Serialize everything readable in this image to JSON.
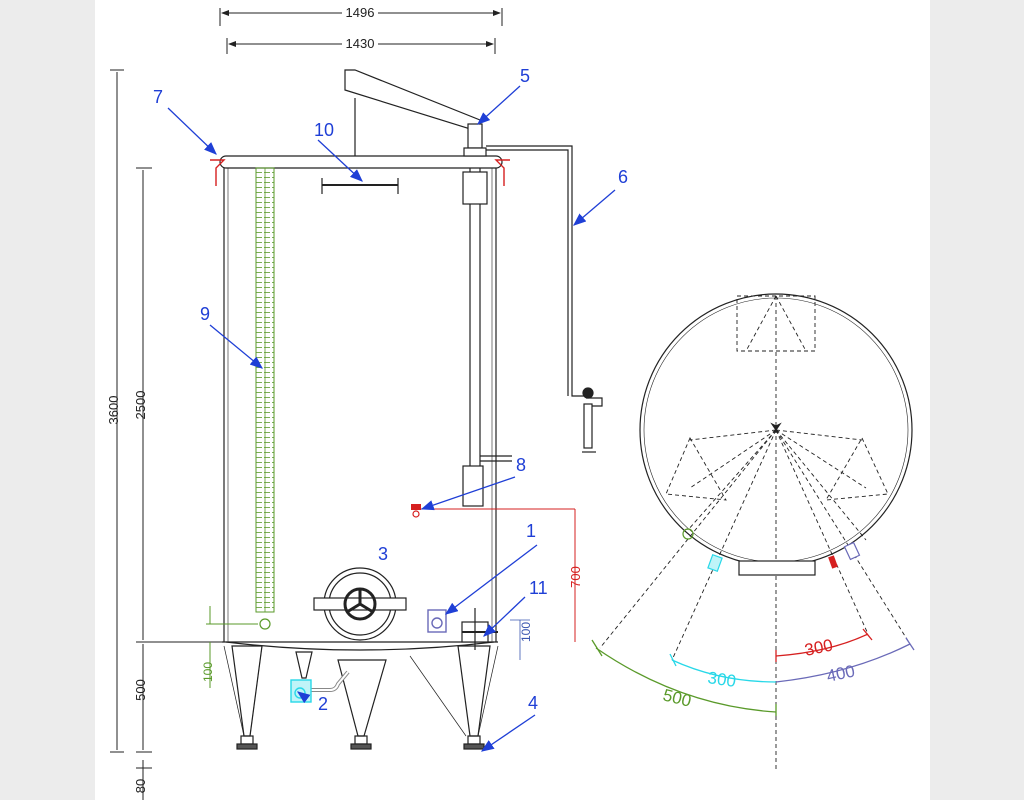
{
  "dimensions": {
    "outer_width": "1496",
    "inner_width": "1430",
    "total_height": "3600",
    "shell_height": "2500",
    "leg_height": "500",
    "foot_height": "80",
    "bottom_valve_height": "100",
    "sample_valve_height": "700",
    "outlet_height": "100"
  },
  "callouts": [
    "1",
    "2",
    "3",
    "4",
    "5",
    "6",
    "7",
    "8",
    "9",
    "10",
    "11"
  ],
  "plan_view": {
    "arc_500": "500",
    "arc_300_cyan": "300",
    "arc_400": "400",
    "arc_300_red": "300"
  },
  "colors": {
    "drawing": "#222222",
    "callout": "#1f3fd6",
    "level_gauge": "#5a9a2a",
    "red": "#d62020",
    "cyan": "#28d8e8",
    "violet": "#6a6ab8"
  }
}
